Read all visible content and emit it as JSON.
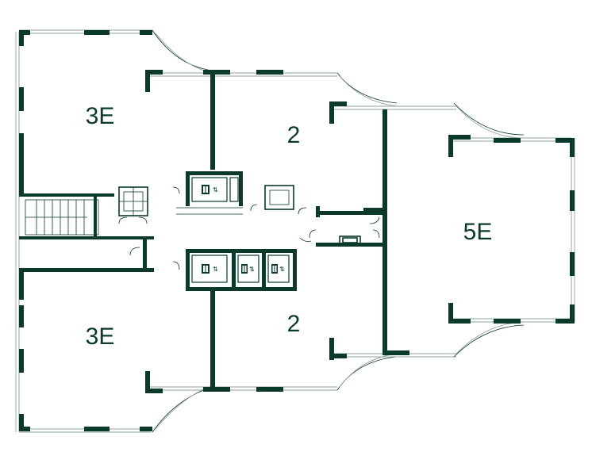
{
  "colors": {
    "wall": "#0b3a2c",
    "glass": "#8fa59c",
    "background": "#ffffff"
  },
  "units": [
    {
      "id": "north-west",
      "label": "3E"
    },
    {
      "id": "north-center",
      "label": "2"
    },
    {
      "id": "east",
      "label": "5E"
    },
    {
      "id": "south-center",
      "label": "2"
    },
    {
      "id": "south-west",
      "label": "3E"
    }
  ],
  "icons": [
    "elevator-icon"
  ]
}
